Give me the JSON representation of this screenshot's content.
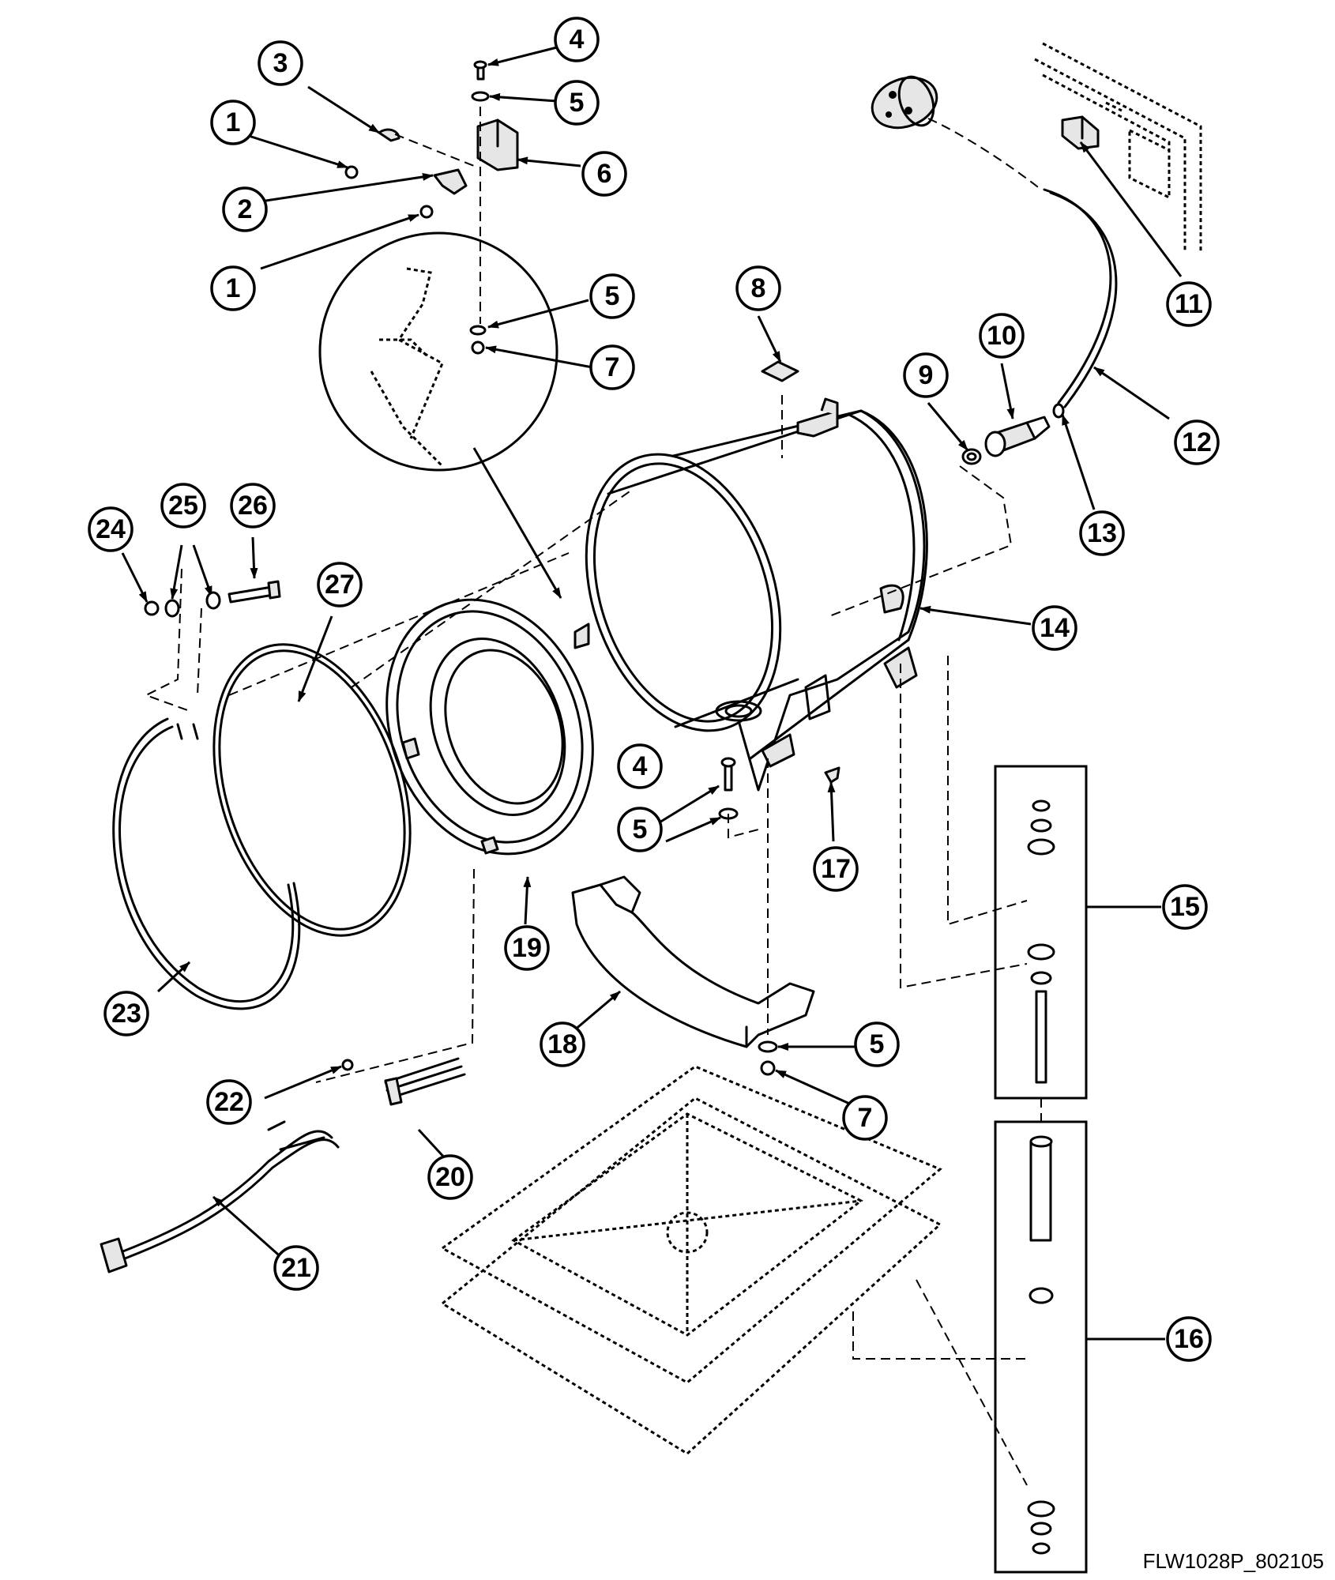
{
  "diagram": {
    "reference_code": "FLW1028P_802105",
    "callouts": [
      {
        "id": "c1a",
        "label": "1"
      },
      {
        "id": "c1b",
        "label": "1"
      },
      {
        "id": "c2",
        "label": "2"
      },
      {
        "id": "c3",
        "label": "3"
      },
      {
        "id": "c4a",
        "label": "4"
      },
      {
        "id": "c4b",
        "label": "4"
      },
      {
        "id": "c5a",
        "label": "5"
      },
      {
        "id": "c5b",
        "label": "5"
      },
      {
        "id": "c5c",
        "label": "5"
      },
      {
        "id": "c5d",
        "label": "5"
      },
      {
        "id": "c6",
        "label": "6"
      },
      {
        "id": "c7a",
        "label": "7"
      },
      {
        "id": "c7b",
        "label": "7"
      },
      {
        "id": "c8",
        "label": "8"
      },
      {
        "id": "c9",
        "label": "9"
      },
      {
        "id": "c10",
        "label": "10"
      },
      {
        "id": "c11",
        "label": "11"
      },
      {
        "id": "c12",
        "label": "12"
      },
      {
        "id": "c13",
        "label": "13"
      },
      {
        "id": "c14",
        "label": "14"
      },
      {
        "id": "c15",
        "label": "15"
      },
      {
        "id": "c16",
        "label": "16"
      },
      {
        "id": "c17",
        "label": "17"
      },
      {
        "id": "c18",
        "label": "18"
      },
      {
        "id": "c19",
        "label": "19"
      },
      {
        "id": "c20",
        "label": "20"
      },
      {
        "id": "c21",
        "label": "21"
      },
      {
        "id": "c22",
        "label": "22"
      },
      {
        "id": "c23",
        "label": "23"
      },
      {
        "id": "c24",
        "label": "24"
      },
      {
        "id": "c25",
        "label": "25"
      },
      {
        "id": "c26",
        "label": "26"
      },
      {
        "id": "c27",
        "label": "27"
      }
    ]
  }
}
